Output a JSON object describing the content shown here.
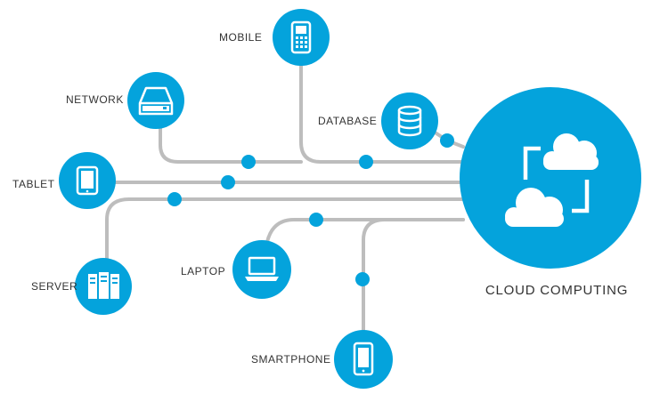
{
  "colors": {
    "accent": "#04a3dc",
    "line": "#bdbdbd",
    "icon": "#ffffff",
    "text": "#333333"
  },
  "hub": {
    "label": "CLOUD COMPUTING",
    "icon": "cloud-sync-icon"
  },
  "nodes": [
    {
      "id": "mobile",
      "label": "MOBILE",
      "icon": "mobile-phone-icon"
    },
    {
      "id": "network",
      "label": "NETWORK",
      "icon": "network-drive-icon"
    },
    {
      "id": "database",
      "label": "DATABASE",
      "icon": "database-icon"
    },
    {
      "id": "tablet",
      "label": "TABLET",
      "icon": "tablet-icon"
    },
    {
      "id": "server",
      "label": "SERVER",
      "icon": "server-icon"
    },
    {
      "id": "laptop",
      "label": "LAPTOP",
      "icon": "laptop-icon"
    },
    {
      "id": "smartphone",
      "label": "SMARTPHONE",
      "icon": "smartphone-icon"
    }
  ]
}
